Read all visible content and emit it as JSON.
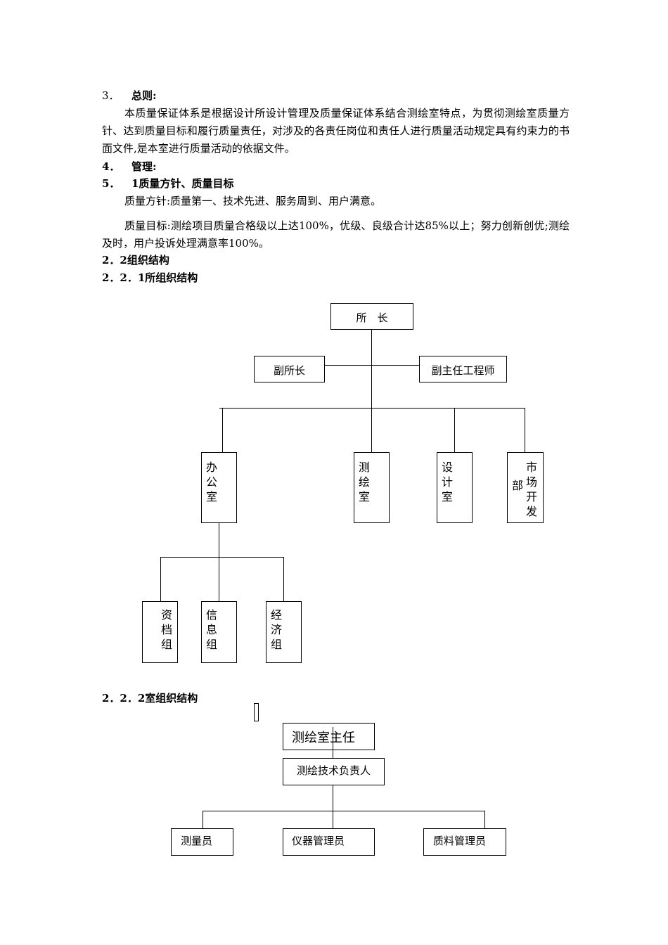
{
  "s3": {
    "num": "3．",
    "title": "总则:"
  },
  "p1": "本质量保证体系是根据设计所设计管理及质量保证体系结合测绘室特点，为贯彻测绘室质量方针、达到质量目标和履行质量责任，对涉及的各责任岗位和责任人进行质量活动规定具有约束力的书面文件,是本室进行质量活动的依据文件。",
  "s4": {
    "num": "4．",
    "title": "管理:"
  },
  "s5": {
    "num": "5．",
    "title": "1质量方针、质量目标"
  },
  "policy": "质量方针:质量第一、技术先进、服务周到、用户满意。",
  "target": "质量目标:测绘项目质量合格级以上达100%，优级、良级合计达85%以上；努力创新创优;测绘及时，用户投诉处理满意率100%。",
  "h22": "2．2组织结构",
  "h221": "2．2．1所组织结构",
  "org1": {
    "director": "所　长",
    "deputy": "副所长",
    "chief_engineer": "副主任工程师",
    "office": "办公室",
    "survey": "测绘室",
    "design": "设计室",
    "market_a": "市场开发",
    "market_b": "部",
    "archive": "资档组",
    "info": "信息组",
    "econ": "经济组"
  },
  "h222": "2．2．2室组织结构",
  "org2": {
    "head": "测绘室主任",
    "tech": "测绘技术负责人",
    "surveyor": "测量员",
    "instrument": "仪器管理员",
    "material": "质料管理员"
  }
}
